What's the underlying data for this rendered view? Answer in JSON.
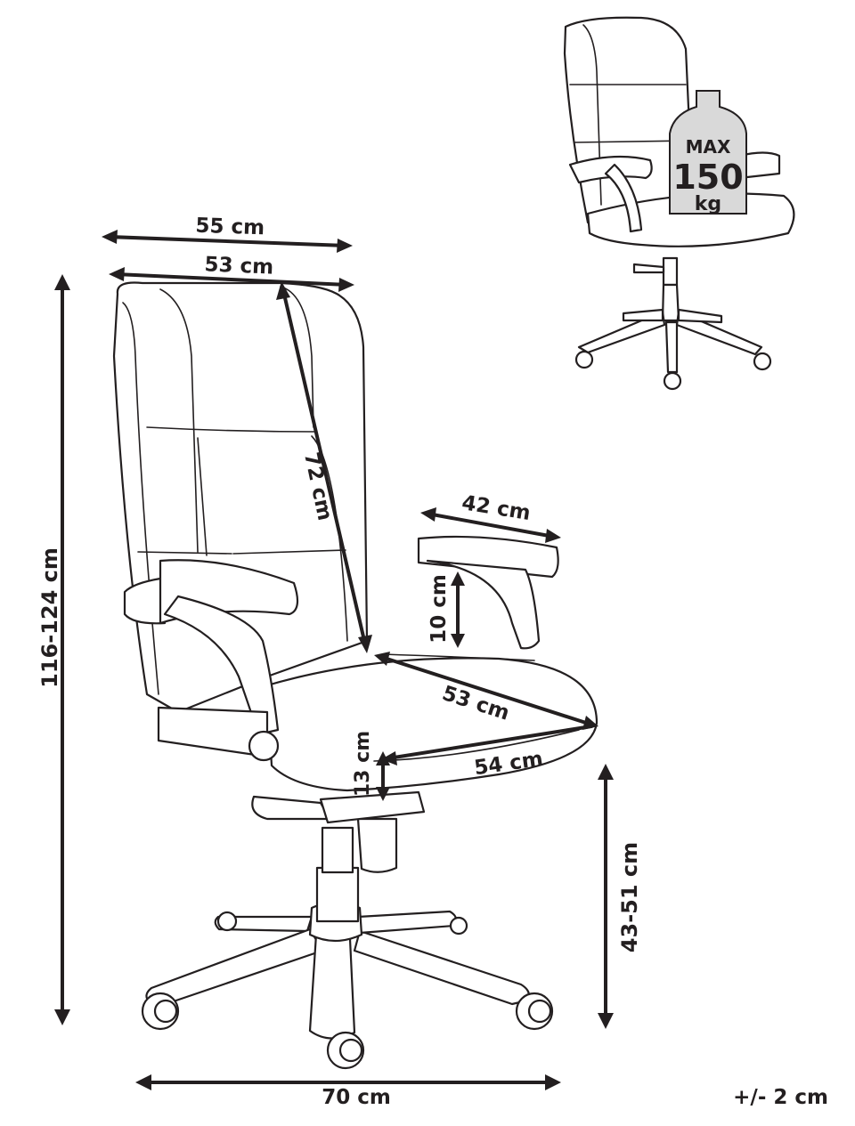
{
  "dimensions": {
    "top_width": "55 cm",
    "backrest_width": "53 cm",
    "backrest_height": "72 cm",
    "armrest_length": "42 cm",
    "armrest_height": "10 cm",
    "seat_depth": "53 cm",
    "seat_width": "54 cm",
    "seat_thickness": "13 cm",
    "total_height": "116-124 cm",
    "seat_height": "43-51 cm",
    "base_width": "70 cm",
    "tolerance": "+/- 2 cm"
  },
  "max_load": {
    "line1": "MAX",
    "line2": "150",
    "line3": "kg"
  },
  "colors": {
    "line": "#231f20",
    "background": "#ffffff",
    "weight_fill": "#d9d9d9"
  }
}
